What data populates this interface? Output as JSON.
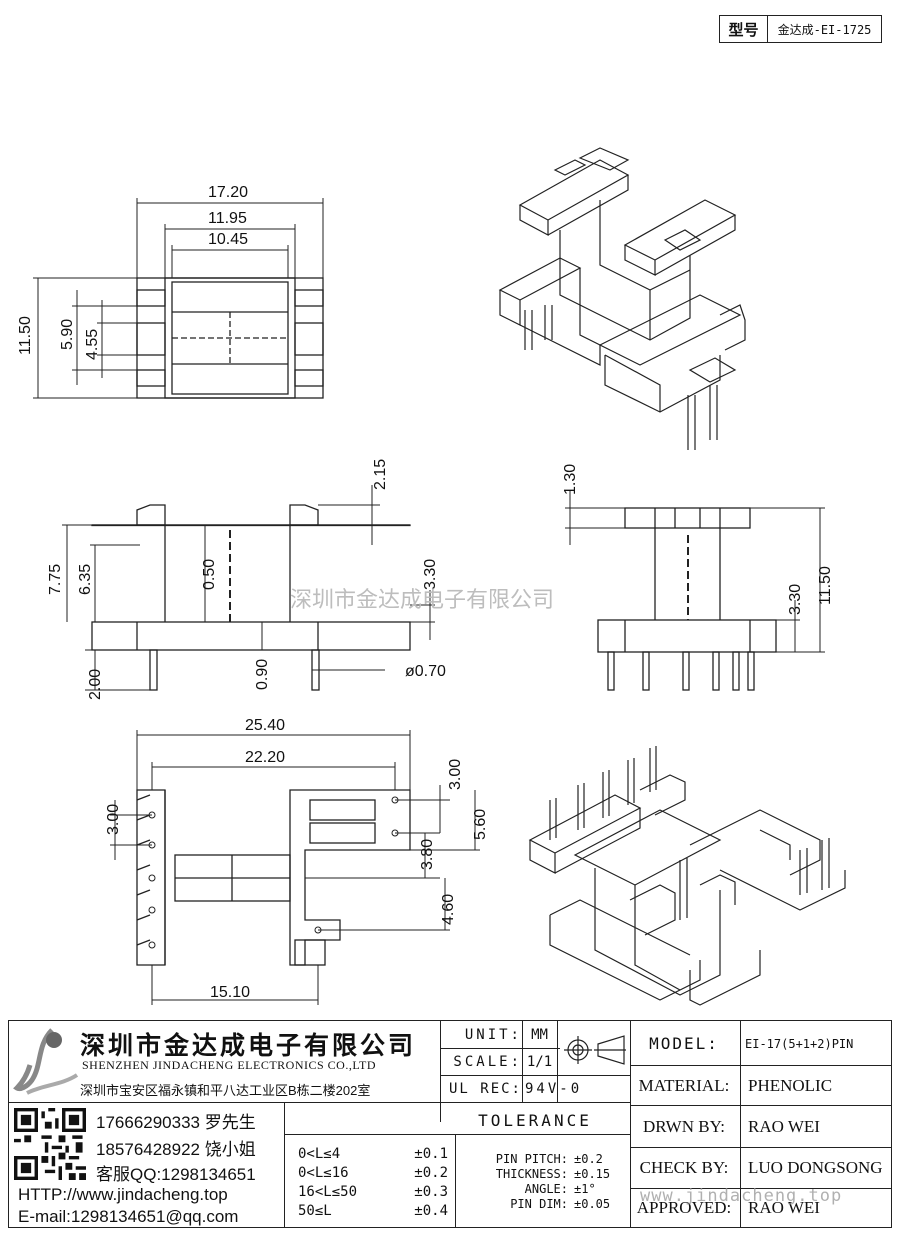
{
  "model_box": {
    "label": "型号",
    "value": "金达成-EI-1725"
  },
  "watermark": "深圳市金达成电子有限公司",
  "url_watermark": "www.jindacheng.top",
  "dimensions": {
    "top_view": [
      "17.20",
      "11.95",
      "10.45",
      "11.50",
      "5.90",
      "4.55"
    ],
    "front_view": [
      "2.15",
      "7.75",
      "6.35",
      "0.50",
      "3.30",
      "2.00",
      "0.90",
      "ø0.70"
    ],
    "side_view": [
      "1.30",
      "3.30",
      "11.50"
    ],
    "bottom_view": [
      "25.40",
      "22.20",
      "3.00",
      "3.00",
      "5.60",
      "3.80",
      "4.60",
      "15.10"
    ]
  },
  "company": {
    "name_cn": "深圳市金达成电子有限公司",
    "name_en": "SHENZHEN JINDACHENG ELECTRONICS CO.,LTD",
    "address": "深圳市宝安区福永镇和平八达工业区B栋二楼202室"
  },
  "contact": {
    "lines": [
      "17666290333 罗先生",
      "18576428922 饶小姐",
      "客服QQ:1298134651"
    ],
    "http": "HTTP://www.jindacheng.top",
    "email": "E-mail:1298134651@qq.com"
  },
  "title_block": {
    "unit_label": "UNIT:",
    "unit_value": "MM",
    "scale_label": "SCALE:",
    "scale_value": "1/1",
    "ulrec_label": "UL REC:",
    "ulrec_value": "94V-0",
    "tolerance_title": "TOLERANCE",
    "tolerance_rows": [
      {
        "range": "0<L≤4",
        "value": "±0.1"
      },
      {
        "range": "0<L≤16",
        "value": "±0.2"
      },
      {
        "range": "16<L≤50",
        "value": "±0.3"
      },
      {
        "range": "50≤L",
        "value": "±0.4"
      }
    ],
    "tolerance_specs": [
      {
        "label": "PIN PITCH:",
        "value": "±0.2"
      },
      {
        "label": "THICKNESS:",
        "value": "±0.15"
      },
      {
        "label": "ANGLE:",
        "value": "±1°"
      },
      {
        "label": "PIN DIM:",
        "value": "±0.05"
      }
    ],
    "fields": [
      {
        "label": "MODEL:",
        "value": "EI-17(5+1+2)PIN"
      },
      {
        "label": "MATERIAL:",
        "value": "PHENOLIC"
      },
      {
        "label": "DRWN BY:",
        "value": "RAO WEI"
      },
      {
        "label": "CHECK BY:",
        "value": "LUO DONGSONG"
      },
      {
        "label": "APPROVED:",
        "value": "RAO WEI"
      }
    ]
  }
}
